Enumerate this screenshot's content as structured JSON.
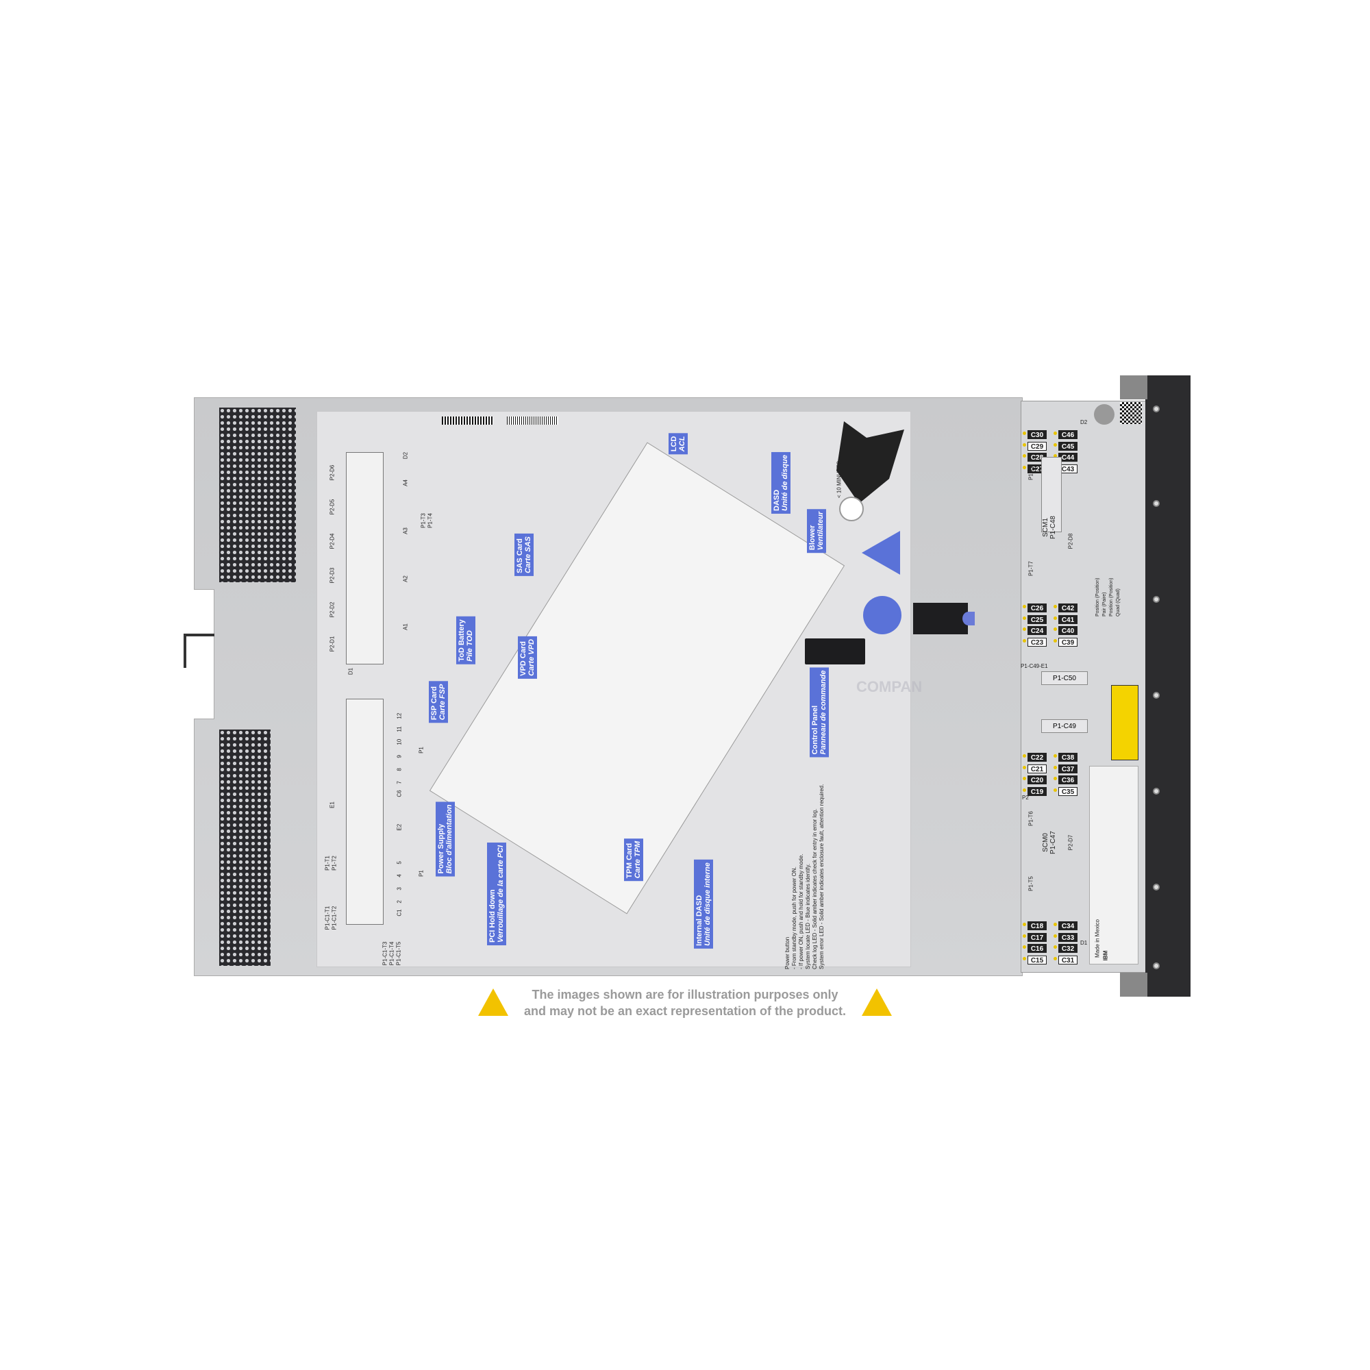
{
  "disclaimer": {
    "line1": "The images shown are for illustration purposes only",
    "line2": "and may not be an exact representation of the product."
  },
  "callouts": [
    {
      "id": "lcd",
      "en": "LCD",
      "fr": "ACL"
    },
    {
      "id": "dasd",
      "en": "DASD",
      "fr": "Unité de disque"
    },
    {
      "id": "sas",
      "en": "SAS Card",
      "fr": "Carte SAS"
    },
    {
      "id": "blower",
      "en": "Blower",
      "fr": "Ventilateur"
    },
    {
      "id": "tod",
      "en": "ToD Battery",
      "fr": "Pile TOD"
    },
    {
      "id": "vpd",
      "en": "VPD Card",
      "fr": "Carte VPD"
    },
    {
      "id": "fsp",
      "en": "FSP Card",
      "fr": "Carte FSP"
    },
    {
      "id": "control",
      "en": "Control Panel",
      "fr": "Panneau de commande"
    },
    {
      "id": "psu",
      "en": "Power Supply",
      "fr": "Bloc d'alimentation"
    },
    {
      "id": "tpm",
      "en": "TPM Card",
      "fr": "Carte TPM"
    },
    {
      "id": "pci",
      "en": "PCI Hold down",
      "fr": "Verrouillage de la carte PCI"
    },
    {
      "id": "idasd",
      "en": "Internal DASD",
      "fr": "Unité de disque interne"
    }
  ],
  "timer": "< 10 MINUTES",
  "drive_bays": [
    "P2-D1",
    "P2-D2",
    "P2-D3",
    "P2-D4",
    "P2-D5",
    "P2-D6"
  ],
  "fans": [
    "A1",
    "A2",
    "A3",
    "A4"
  ],
  "slots": [
    "C1",
    "2",
    "3",
    "4",
    "5",
    "E1",
    "E2",
    "C6",
    "7",
    "8",
    "9",
    "10",
    "11",
    "12"
  ],
  "misc_labels": [
    "D1",
    "D2",
    "P1",
    "P1-T1",
    "P1-T2",
    "P1-T3",
    "P1-T4",
    "P1-C1-T1",
    "P1-C1-T2",
    "P1-C1-T3",
    "P1-C1-T4",
    "P1-C1-T5"
  ],
  "control_text": [
    "Power button",
    "- From standby mode, push for power ON.",
    "- If power ON, push and hold for standby mode.",
    "System locate LED - Blue indicates identify.",
    "Check log LED - Solid amber indicates check for entry in error log.",
    "System error LED - Solid amber indicates enclosure fault, attention required."
  ],
  "dimms": {
    "g1a": [
      {
        "l": "C30",
        "d": true
      },
      {
        "l": "C29",
        "d": false
      },
      {
        "l": "C28",
        "d": true
      },
      {
        "l": "C27",
        "d": true
      }
    ],
    "g1b": [
      {
        "l": "C46",
        "d": true
      },
      {
        "l": "C45",
        "d": true
      },
      {
        "l": "C44",
        "d": true
      },
      {
        "l": "C43",
        "d": false
      }
    ],
    "g2a": [
      {
        "l": "C26",
        "d": true
      },
      {
        "l": "C25",
        "d": true
      },
      {
        "l": "C24",
        "d": true
      },
      {
        "l": "C23",
        "d": false
      }
    ],
    "g2b": [
      {
        "l": "C42",
        "d": true
      },
      {
        "l": "C41",
        "d": true
      },
      {
        "l": "C40",
        "d": true
      },
      {
        "l": "C39",
        "d": false
      }
    ],
    "g3a": [
      {
        "l": "C22",
        "d": true
      },
      {
        "l": "C21",
        "d": false
      },
      {
        "l": "C20",
        "d": true
      },
      {
        "l": "C19",
        "d": true
      }
    ],
    "g3b": [
      {
        "l": "C38",
        "d": true
      },
      {
        "l": "C37",
        "d": true
      },
      {
        "l": "C36",
        "d": true
      },
      {
        "l": "C35",
        "d": false
      }
    ],
    "g4a": [
      {
        "l": "C18",
        "d": true
      },
      {
        "l": "C17",
        "d": true
      },
      {
        "l": "C16",
        "d": true
      },
      {
        "l": "C15",
        "d": false
      }
    ],
    "g4b": [
      {
        "l": "C34",
        "d": true
      },
      {
        "l": "C33",
        "d": true
      },
      {
        "l": "C32",
        "d": true
      },
      {
        "l": "C31",
        "d": false
      }
    ]
  },
  "scm": {
    "scm1": {
      "name": "SCM1",
      "slot": "P1-C48",
      "t1": "P1-T8",
      "t2": "P1-T7",
      "d": "P2-D8"
    },
    "scm0": {
      "name": "SCM0",
      "slot": "P1-C47",
      "t1": "P1-T6",
      "t2": "P1-T5",
      "d": "P2-D7"
    }
  },
  "pcie": {
    "c50": "P1-C50",
    "c49": "P1-C49",
    "e1": "P1-C49-E1",
    "p2": "P2",
    "d1": "D1",
    "d2": "D2"
  },
  "table_rows": [
    "Position (Position)",
    "Pair (Paire)",
    "Position (Position)",
    "Quad (Quad)"
  ],
  "made_in": "Made in Mexico",
  "brand": "IBM",
  "watermark": "COMPAN",
  "colors": {
    "callout": "#5a72d8",
    "warning": "#f2c200",
    "bezel": "#2c2c2e"
  }
}
